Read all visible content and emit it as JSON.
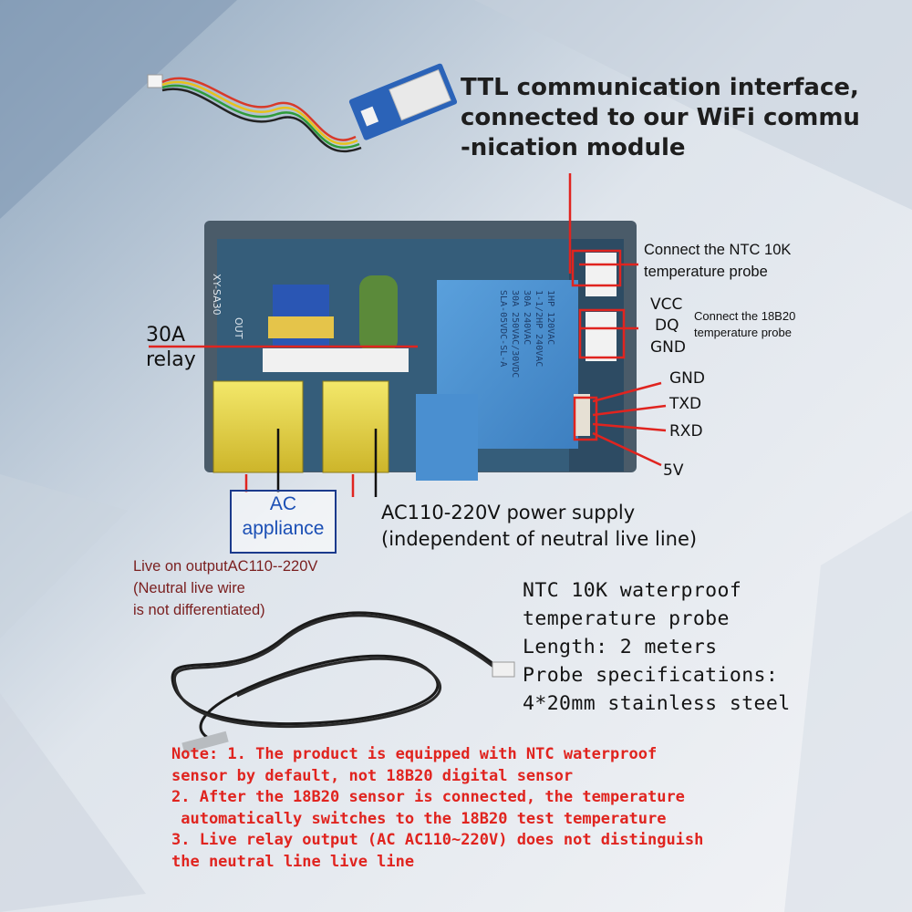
{
  "wifi_note": {
    "lines": [
      "TTL communication interface,",
      "connected to our WiFi commu",
      "-nication module"
    ]
  },
  "board": {
    "model": "XY-SA30",
    "silk_out": "OUT",
    "relay_marking": [
      "SLA-05VDC-SL-A",
      "30A 250VAC/30VDC",
      "30A 240VAC",
      "1HP 120VAC",
      "1-1/2HP 240VAC"
    ]
  },
  "labels": {
    "ntc_connector": [
      "Connect the NTC 10K",
      "temperature probe"
    ],
    "ds18b20": [
      "Connect the 18B20",
      "temperature probe"
    ],
    "vcc": "VCC",
    "dq": "DQ",
    "gnd_top": "GND",
    "gnd": "GND",
    "txd": "TXD",
    "rxd": "RXD",
    "v5": "5V",
    "relay": [
      "30A",
      "relay"
    ],
    "ac_appliance": [
      "AC",
      "appliance"
    ],
    "power_supply": [
      "AC110-220V power supply",
      "(independent of neutral live line)"
    ],
    "live_output": [
      "Live on outputAC110--220V",
      "(Neutral live wire",
      "is not differentiated)"
    ]
  },
  "probe": {
    "lines": [
      "NTC 10K waterproof",
      "temperature probe",
      "Length: 2 meters",
      "Probe specifications:",
      "4*20mm stainless steel"
    ]
  },
  "notes": {
    "lines": [
      "Note: 1. The product is equipped with NTC waterproof",
      "sensor by default, not 18B20 digital sensor",
      "2. After the 18B20 sensor is connected, the temperature",
      " automatically switches to the 18B20 test temperature",
      "3. Live relay output (AC AC110~220V) does not distinguish",
      "the neutral line live line"
    ]
  },
  "colors": {
    "pointer_line": "#e0241f",
    "relay_body": "#4a8fd0",
    "pcb": "#355d7a",
    "terminal": "#e8d63a",
    "note_text": "#e0241f",
    "box_border": "#1b3a8c"
  }
}
